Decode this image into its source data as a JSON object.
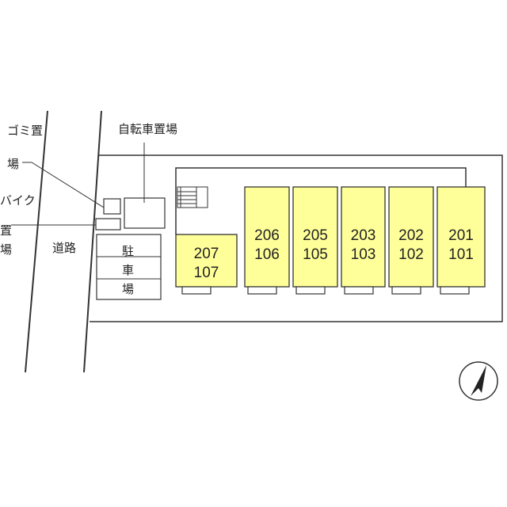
{
  "labels": {
    "garbage": "ゴミ置場",
    "bike": "バイク置場",
    "road": "道路",
    "bicycle": "自転車置場",
    "parking": "駐車場"
  },
  "units": [
    {
      "upper": "207",
      "lower": "107"
    },
    {
      "upper": "206",
      "lower": "106"
    },
    {
      "upper": "205",
      "lower": "105"
    },
    {
      "upper": "203",
      "lower": "103"
    },
    {
      "upper": "202",
      "lower": "102"
    },
    {
      "upper": "201",
      "lower": "101"
    }
  ],
  "colors": {
    "unit_fill": "#ffff99",
    "line": "#333333"
  },
  "icons": {
    "north": "north-arrow-icon",
    "stairs": "stairs-icon"
  }
}
